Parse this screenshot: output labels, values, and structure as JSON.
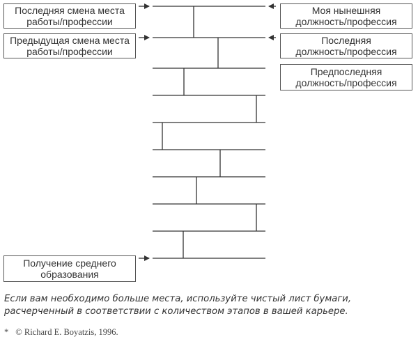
{
  "boxes": {
    "last_change_place": [
      "Последняя смена места",
      "работы/профессии"
    ],
    "previous_change_place": [
      "Предыдущая смена места",
      "работы/профессии"
    ],
    "current_position": [
      "Моя нынешняя",
      "должность/профессия"
    ],
    "last_position": [
      "Последняя",
      "должность/профессия"
    ],
    "penultimate_position": [
      "Предпоследняя",
      "должность/профессия"
    ],
    "secondary_education": [
      "Получение среднего",
      "образования"
    ]
  },
  "note": [
    "Если вам необходимо больше места, используйте чистый лист бумаги,",
    "расчерченный в соответствии с количеством этапов в вашей карьере."
  ],
  "footnote": {
    "marker": "*",
    "text": "© Richard E. Boyatzis, 1996."
  },
  "colors": {
    "line": "#333333",
    "box_border": "#555555",
    "text": "#333333"
  }
}
